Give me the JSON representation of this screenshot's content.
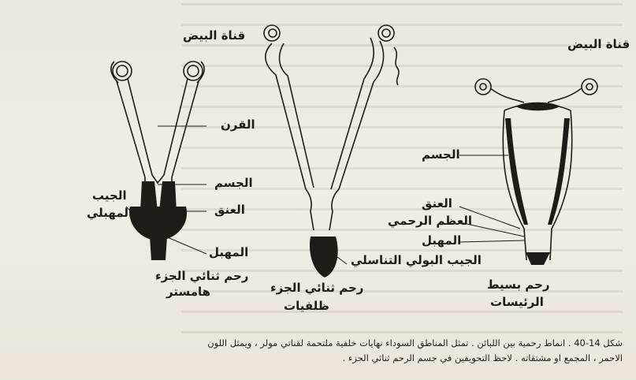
{
  "figure": {
    "labels": {
      "oviduct_center": "قناة البيض",
      "oviduct_right": "قناة البيض",
      "horn": "القرن",
      "body_center": "الجسم",
      "neck_center": "العنق",
      "vagina_center": "المهبل",
      "vestibule_left_1": "الجيب",
      "vestibule_left_2": "المهبلي",
      "body_right": "الجسم",
      "neck_right": "العنق",
      "cervix_bone_right": "العظم الرحمي",
      "vagina_right": "المهبل",
      "urogenital_sinus": "الجيب البولي التناسلي"
    },
    "specimens": {
      "hamster_1": "رحم ثنائي الجزء",
      "hamster_2": "هامستر",
      "bats_1": "رحم ثنائي الجزء",
      "bats_2": "ظلفيات",
      "primates_1": "رحم بسيط",
      "primates_2": "الرئيسات"
    }
  },
  "caption": {
    "line1": "شكل 14-40 . انماط رحمية بين اللبائن . تمثل المناطق السوداء نهايات خلفية ملتحمة لقناتي مولر ، ويمثل اللون",
    "line2": "الاحمر ، المجمع او مشتقاته . لاحظ التحويفين في جسم الرحم ثنائي الجزء ."
  }
}
